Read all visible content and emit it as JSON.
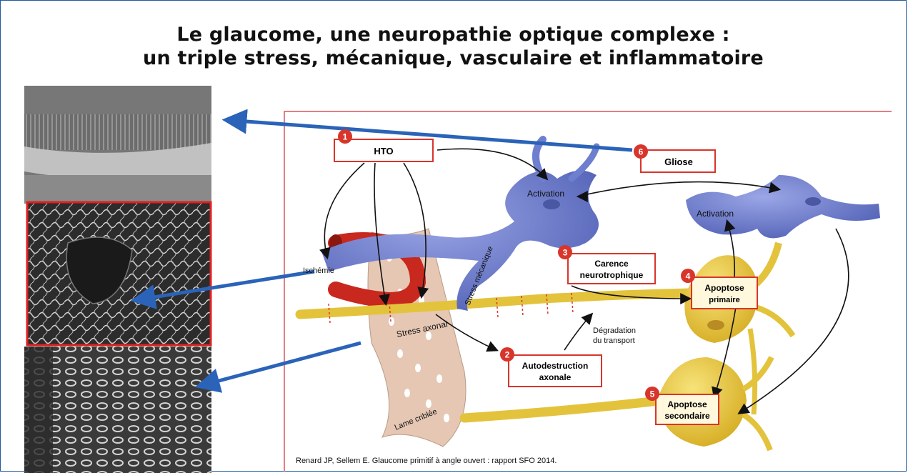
{
  "title": {
    "line1": "Le glaucome, une neuropathie optique complexe :",
    "line2": "un triple stress, mécanique, vasculaire et inflammatoire"
  },
  "steps": [
    {
      "number": "1",
      "label": "HTO"
    },
    {
      "number": "2",
      "label_line1": "Autodestruction",
      "label_line2": "axonale"
    },
    {
      "number": "3",
      "label_line1": "Carence",
      "label_line2": "neurotrophique"
    },
    {
      "number": "4",
      "label_line1": "Apoptose",
      "label_line2": "primaire"
    },
    {
      "number": "5",
      "label_line1": "Apoptose",
      "label_line2": "secondaire"
    },
    {
      "number": "6",
      "label": "Gliose"
    }
  ],
  "annotations": {
    "activation_left": "Activation",
    "activation_right": "Activation",
    "ischemie": "Ischémie",
    "stress_mecanique": "Stress mécanique",
    "stress_axonal": "Stress axonal",
    "lame_criblee": "Lame criblée",
    "degradation_line1": "Dégradation",
    "degradation_line2": "du transport"
  },
  "reference": "Renard JP, Sellem E. Glaucome primitif à angle ouvert : rapport SFO 2014.",
  "colors": {
    "frame": "#1f5b97",
    "glia": "#6f7fcf",
    "neuron": "#e3c33c",
    "vessel": "#c8281e",
    "step_badge": "#d8352b",
    "link_arrow": "#2a63b8"
  }
}
